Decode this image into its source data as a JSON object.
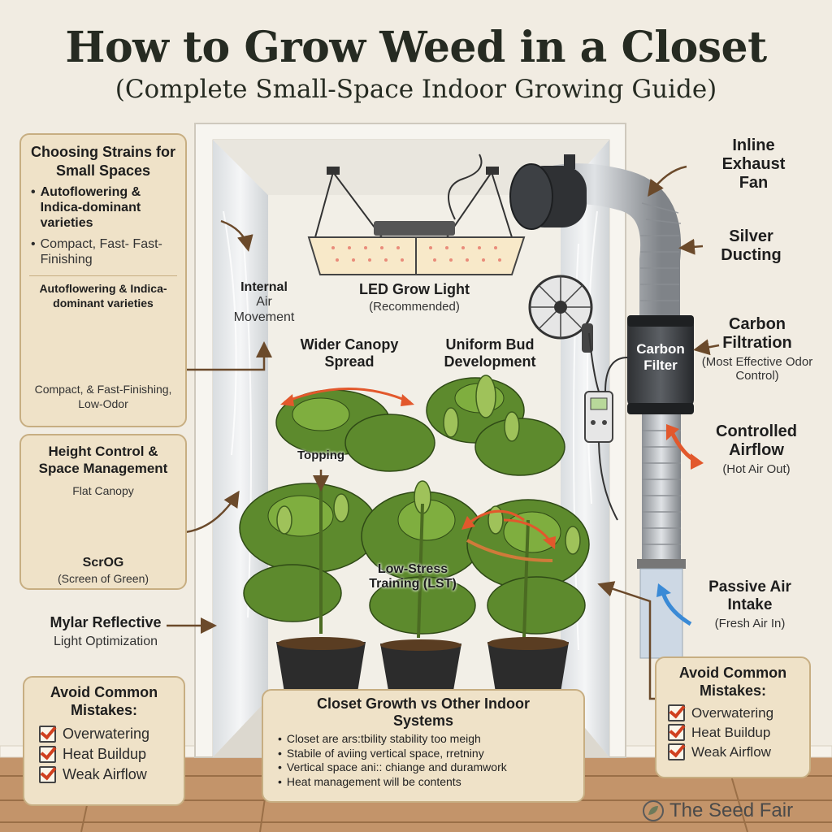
{
  "header": {
    "title": "How to Grow Weed in a Closet",
    "subtitle": "(Complete Small-Space Indoor Growing Guide)"
  },
  "left_panel": {
    "strains": {
      "title": "Choosing Strains for Small Spaces",
      "bullet1": "Autoflowering & Indica-dominant varieties",
      "bullet2": "Compact, Fast- Fast-Finishing",
      "sub_title": "Autoflowering & Indica-dominant varieties",
      "caption": "Compact, & Fast-Finishing, Low-Odor"
    },
    "height": {
      "title": "Height Control & Space Management",
      "flat_canopy": "Flat Canopy",
      "scrog": "ScrOG",
      "scrog_sub": "(Screen of Green)"
    },
    "mylar": {
      "title": "Mylar Reflective",
      "sub": "Light Optimization"
    },
    "mistakes": {
      "title": "Avoid Common Mistakes:",
      "items": [
        "Overwatering",
        "Heat Buildup",
        "Weak Airflow"
      ]
    }
  },
  "center": {
    "internal_air": {
      "title": "Internal",
      "sub": "Air Movement"
    },
    "led": {
      "title": "LED Grow Light",
      "sub": "(Recommended)"
    },
    "wider_canopy": "Wider Canopy Spread",
    "uniform_bud": "Uniform Bud Development",
    "topping": "Topping",
    "lst": "Low-Stress Training (LST)"
  },
  "right_panel": {
    "fan": "Inline Exhaust Fan",
    "ducting": "Silver Ducting",
    "carbon_label": "Carbon Filter",
    "carbon": {
      "title": "Carbon Filtration",
      "sub": "(Most Effective Odor Control)"
    },
    "airflow": {
      "title": "Controlled Airflow",
      "sub": "(Hot Air Out)"
    },
    "intake": {
      "title": "Passive Air Intake",
      "sub": "(Fresh Air In)"
    },
    "mistakes": {
      "title": "Avoid Common Mistakes:",
      "items": [
        "Overwatering",
        "Heat Buildup",
        "Weak Airflow"
      ]
    }
  },
  "comparison": {
    "title": "Closet Growth vs Other Indoor Systems",
    "items": [
      "Closet are ars:tbility stability too meigh",
      "Stabile of aviing vertical space, rretniny",
      "Vertical space ani:: chiange and duramwork",
      "Heat management will be contents"
    ]
  },
  "brand": "The Seed Fair",
  "colors": {
    "background": "#f1ece2",
    "panel": "#efe2c8",
    "panel_border": "#c7ae82",
    "arrow": "#6b4a2b",
    "airflow_arrow": "#e2582c",
    "intake_arrow": "#3a8ad6",
    "plant": "#5d8a2d",
    "wood": "#b98a5c"
  }
}
